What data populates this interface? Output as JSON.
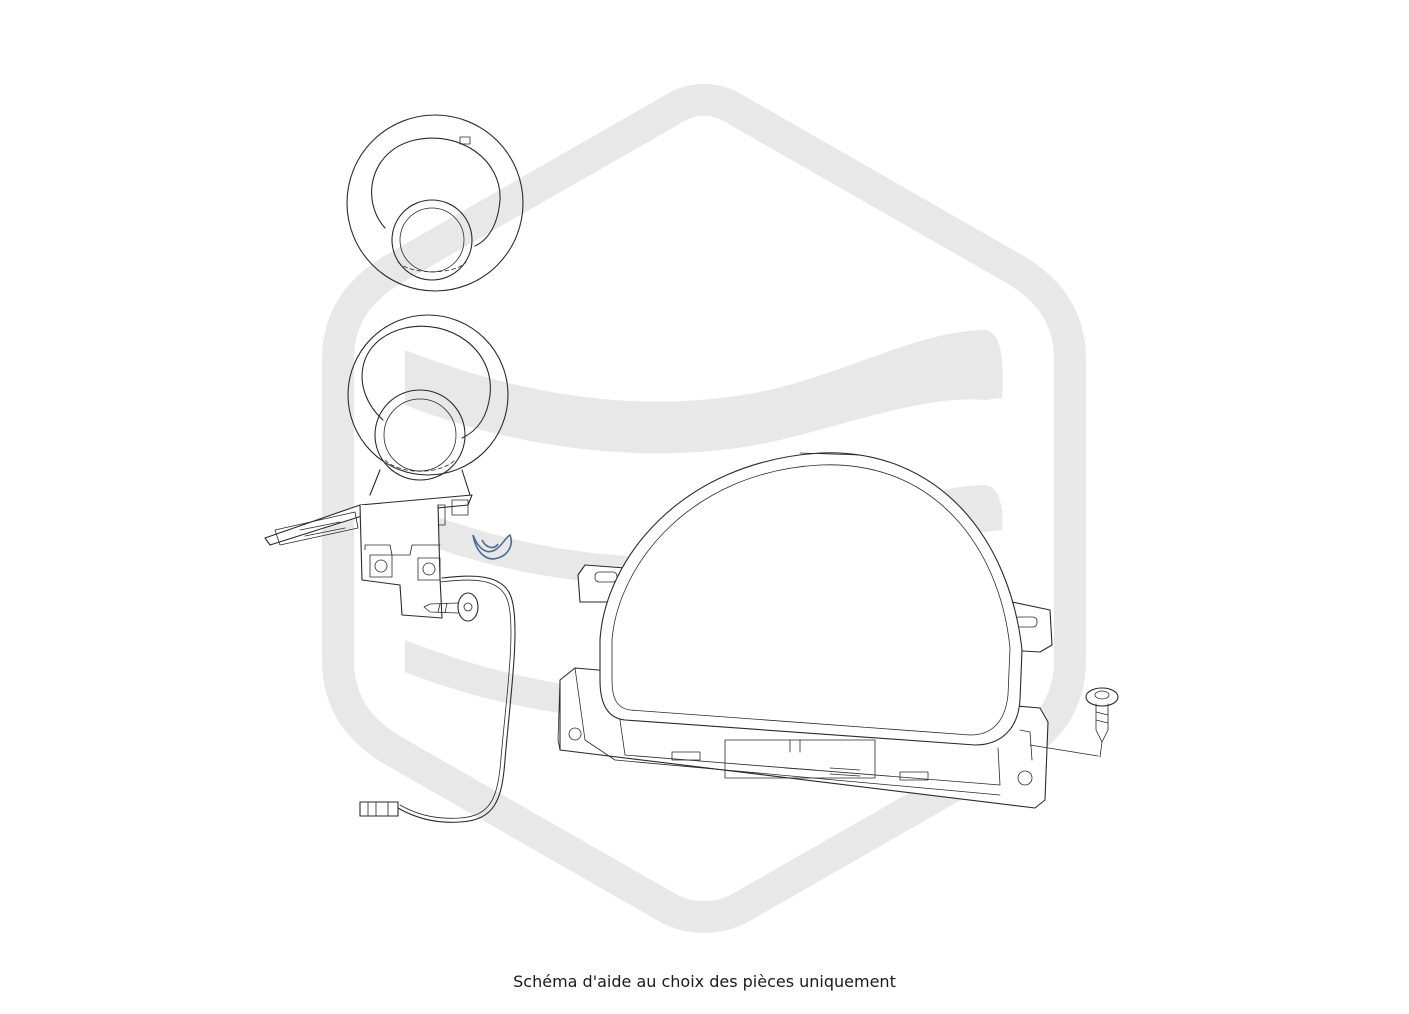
{
  "caption": "Schéma d'aide au choix des pièces uniquement",
  "colors": {
    "background": "#ffffff",
    "watermark": "#e8e8e8",
    "line_art": "#2b2b2b",
    "clip_accent": "#4a6a9a"
  },
  "parts": [
    {
      "name": "bezel-ring-upper",
      "icon": "gauge-ring-icon"
    },
    {
      "name": "bezel-ring-lower",
      "icon": "gauge-ring-icon"
    },
    {
      "name": "bracket-assembly",
      "icon": "bracket-icon"
    },
    {
      "name": "retaining-clip",
      "icon": "clip-icon"
    },
    {
      "name": "screw-left",
      "icon": "screw-icon"
    },
    {
      "name": "wiring-harness",
      "icon": "cable-connector-icon"
    },
    {
      "name": "instrument-cluster",
      "icon": "cluster-icon"
    },
    {
      "name": "screw-right",
      "icon": "screw-icon"
    }
  ]
}
